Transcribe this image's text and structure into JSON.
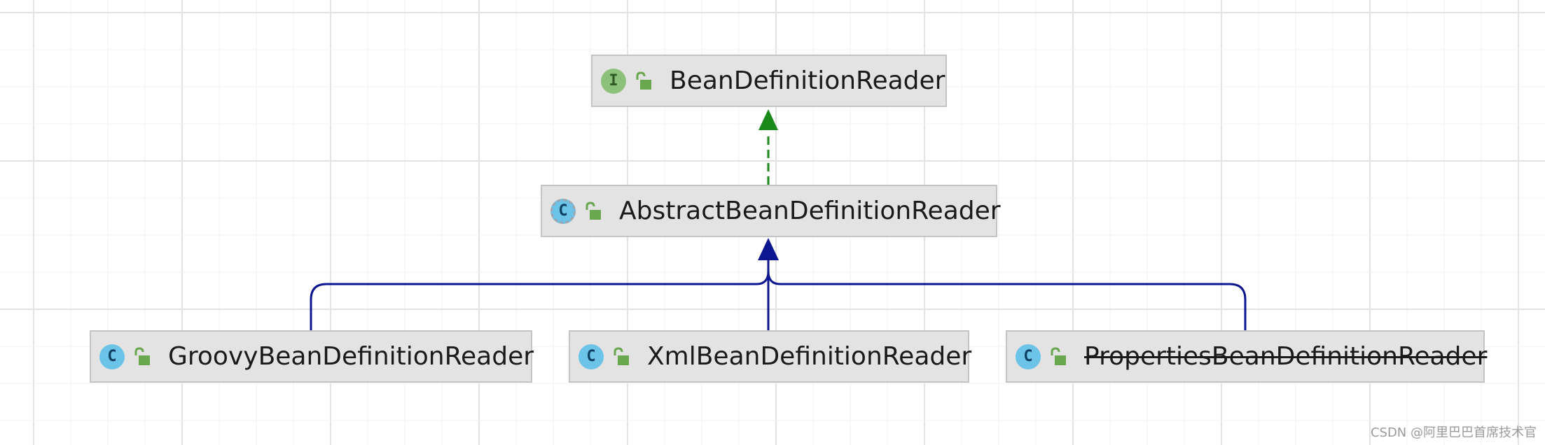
{
  "diagram": {
    "nodes": {
      "root": {
        "kind_letter": "I",
        "kind": "interface",
        "label": "BeanDefinitionReader",
        "deprecated": false
      },
      "abstract": {
        "kind_letter": "C",
        "kind": "abstract-class",
        "label": "AbstractBeanDefinitionReader",
        "deprecated": false
      },
      "groovy": {
        "kind_letter": "C",
        "kind": "class",
        "label": "GroovyBeanDefinitionReader",
        "deprecated": false
      },
      "xml": {
        "kind_letter": "C",
        "kind": "class",
        "label": "XmlBeanDefinitionReader",
        "deprecated": false
      },
      "properties": {
        "kind_letter": "C",
        "kind": "class",
        "label": "PropertiesBeanDefinitionReader",
        "deprecated": true
      }
    },
    "edges": [
      {
        "from": "abstract",
        "to": "root",
        "type": "implements"
      },
      {
        "from": "groovy",
        "to": "abstract",
        "type": "extends"
      },
      {
        "from": "xml",
        "to": "abstract",
        "type": "extends"
      },
      {
        "from": "properties",
        "to": "abstract",
        "type": "extends"
      }
    ],
    "colors": {
      "implements_edge": "#1a8a1a",
      "extends_edge": "#0c1690",
      "node_fill": "#e3e3e3",
      "interface_badge": "#8bc17a",
      "class_badge": "#6cc3e8",
      "lock_icon": "#6aa84f"
    }
  },
  "watermark": "CSDN @阿里巴巴首席技术官"
}
